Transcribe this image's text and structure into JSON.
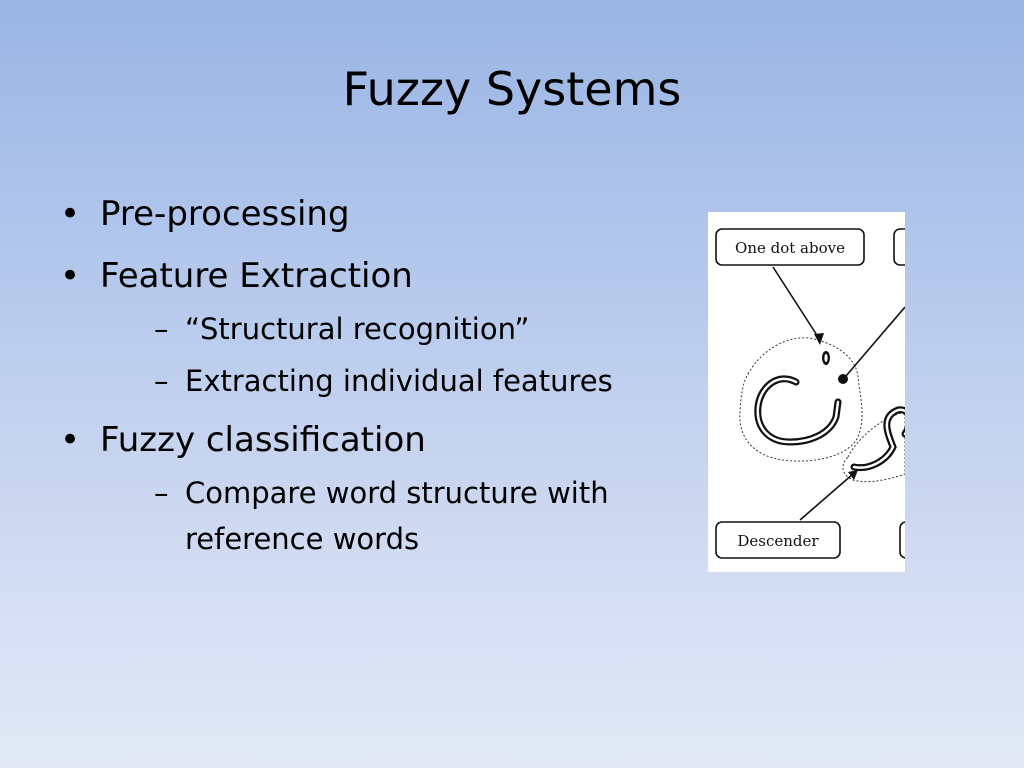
{
  "slide": {
    "title": "Fuzzy Systems",
    "bullets": [
      {
        "text": "Pre-processing",
        "sub": []
      },
      {
        "text": "Feature Extraction",
        "sub": [
          "“Structural recognition”",
          "Extracting individual features"
        ]
      },
      {
        "text": "Fuzzy classification",
        "sub": [
          "Compare word structure with reference words"
        ]
      }
    ],
    "bullet_glyph": "•",
    "sub_glyph": "–"
  },
  "figure": {
    "label_top": "One dot above",
    "label_bottom": "Descender"
  },
  "colors": {
    "background_top": "#9ab5e4",
    "background_bottom": "#e2e9f6",
    "text": "#000000"
  }
}
